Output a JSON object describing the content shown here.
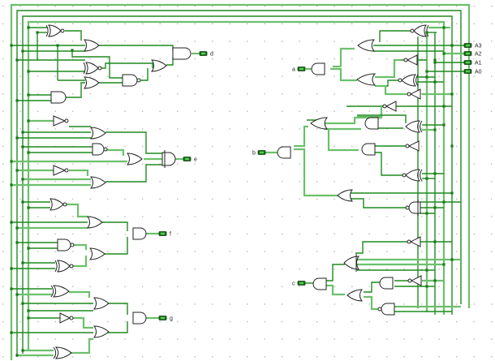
{
  "diagram": {
    "type": "logic-circuit",
    "description": "BCD to 7-segment decoder built from logic gates",
    "inputs": [
      {
        "name": "A3",
        "label": "A3"
      },
      {
        "name": "A2",
        "label": "A2"
      },
      {
        "name": "A1",
        "label": "A1"
      },
      {
        "name": "A0",
        "label": "A0"
      }
    ],
    "outputs": [
      {
        "name": "a",
        "label": "a"
      },
      {
        "name": "b",
        "label": "b"
      },
      {
        "name": "c",
        "label": "c"
      },
      {
        "name": "d",
        "label": "d"
      },
      {
        "name": "e",
        "label": "e"
      },
      {
        "name": "f",
        "label": "f"
      },
      {
        "name": "g",
        "label": "g"
      }
    ],
    "colors": {
      "wire_active": "#1f8a1f",
      "wire_highlight": "#6cc06c",
      "pin": "#1d6b1d",
      "grid_dot": "#b8b8b8",
      "background": "#ffffff"
    }
  }
}
